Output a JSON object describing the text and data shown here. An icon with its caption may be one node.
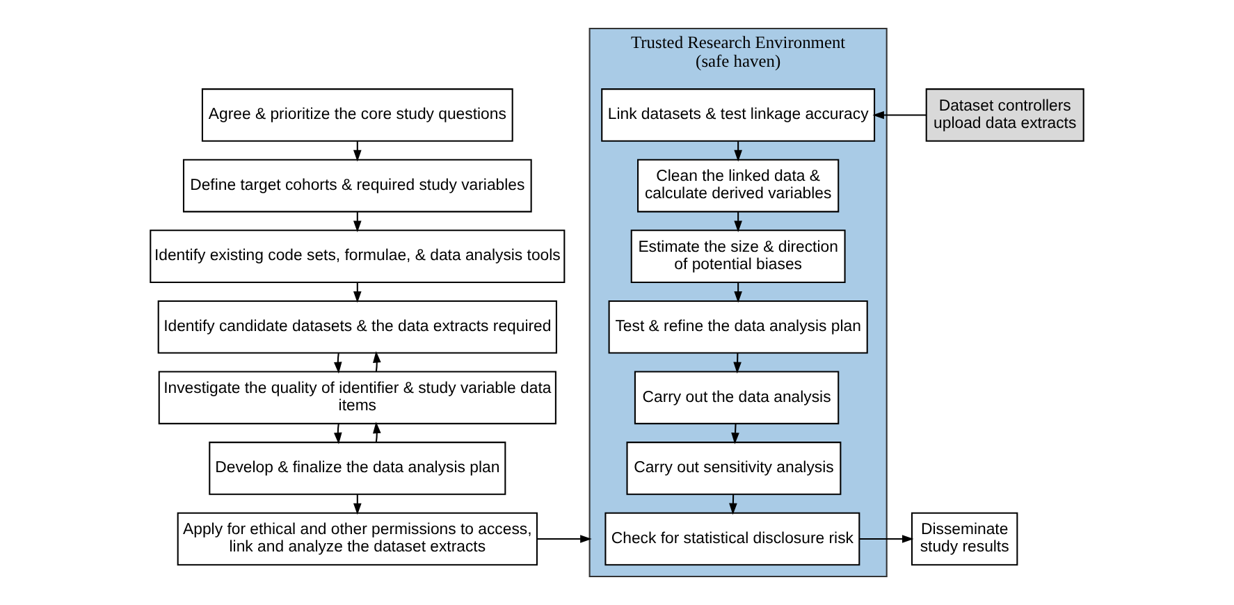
{
  "diagram": {
    "nodes": [
      {
        "text": [
          "Agree & prioritize the core study questions"
        ]
      },
      {
        "text": [
          "Define target cohorts & required study variables"
        ]
      },
      {
        "text": [
          "Identify existing code sets, formulae, & data analysis tools"
        ]
      },
      {
        "text": [
          "Identify candidate datasets & the data extracts required"
        ]
      },
      {
        "text": [
          "Investigate the quality of identifier & study variable data items"
        ]
      },
      {
        "text": [
          "Develop & finalize the data analysis plan"
        ]
      },
      {
        "text": [
          "Apply for ethical and other permissions to access, link and analyze the dataset extracts"
        ]
      },
      {
        "text": [
          "Trusted Research Environment (safe haven)"
        ]
      },
      {
        "text": [
          "Link datasets & test linkage accuracy"
        ],
        "in": 7
      },
      {
        "text": [
          "Clean the linked data & calculate derived variables"
        ],
        "in": 7
      },
      {
        "text": [
          "Estimate the size & direction of potential biases"
        ],
        "in": 7
      },
      {
        "text": [
          "Test & refine the data analysis plan"
        ],
        "in": 7
      },
      {
        "text": [
          "Carry out the data analysis"
        ],
        "in": 7
      },
      {
        "text": [
          "Carry out sensitivity analysis"
        ],
        "in": 7
      },
      {
        "text": [
          "Check for statistical disclosure risk"
        ],
        "in": 7
      },
      {
        "text": [
          "Dataset controllers upload data extracts"
        ]
      },
      {
        "text": [
          "Disseminate study results"
        ]
      }
    ],
    "edges": [
      {
        "from": 0,
        "to": 1,
        "arrow": "to"
      },
      {
        "from": 1,
        "to": 2,
        "arrow": "to"
      },
      {
        "from": 2,
        "to": 3,
        "arrow": "to"
      },
      {
        "from": 3,
        "to": 4,
        "arrow": "to"
      },
      {
        "from": 4,
        "to": 3,
        "arrow": "to"
      },
      {
        "from": 4,
        "to": 5,
        "arrow": "to"
      },
      {
        "from": 5,
        "to": 4,
        "arrow": "to"
      },
      {
        "from": 5,
        "to": 6,
        "arrow": "to"
      },
      {
        "from": 6,
        "to": 7,
        "arrow": "to"
      },
      {
        "from": 15,
        "to": 8,
        "arrow": "to"
      },
      {
        "from": 8,
        "to": 9,
        "arrow": "to"
      },
      {
        "from": 9,
        "to": 10,
        "arrow": "to"
      },
      {
        "from": 10,
        "to": 11,
        "arrow": "to"
      },
      {
        "from": 11,
        "to": 12,
        "arrow": "to"
      },
      {
        "from": 12,
        "to": 13,
        "arrow": "to"
      },
      {
        "from": 13,
        "to": 14,
        "arrow": "to"
      },
      {
        "from": 14,
        "to": 16,
        "arrow": "to"
      }
    ]
  }
}
